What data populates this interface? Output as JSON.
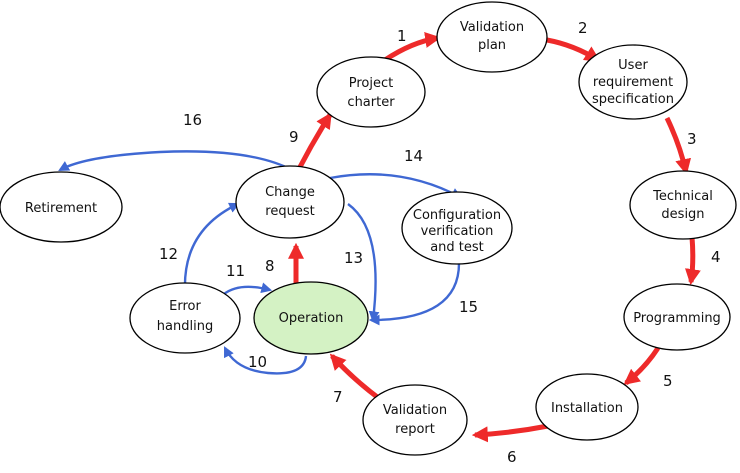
{
  "nodes": {
    "validation_plan": [
      "Validation",
      "plan"
    ],
    "user_requirement_spec": [
      "User",
      "requirement",
      "specification"
    ],
    "technical_design": [
      "Technical",
      "design"
    ],
    "programming": [
      "Programming"
    ],
    "installation": [
      "Installation"
    ],
    "validation_report": [
      "Validation",
      "report"
    ],
    "operation": [
      "Operation"
    ],
    "change_request": [
      "Change",
      "request"
    ],
    "project_charter": [
      "Project",
      "charter"
    ],
    "retirement": [
      "Retirement"
    ],
    "error_handling": [
      "Error",
      "handling"
    ],
    "config_verification": [
      "Configuration",
      "verification",
      "and test"
    ]
  },
  "edges": [
    {
      "label": "1",
      "from": "project_charter",
      "to": "validation_plan",
      "color": "red"
    },
    {
      "label": "2",
      "from": "validation_plan",
      "to": "user_requirement_spec",
      "color": "red"
    },
    {
      "label": "3",
      "from": "user_requirement_spec",
      "to": "technical_design",
      "color": "red"
    },
    {
      "label": "4",
      "from": "technical_design",
      "to": "programming",
      "color": "red"
    },
    {
      "label": "5",
      "from": "programming",
      "to": "installation",
      "color": "red"
    },
    {
      "label": "6",
      "from": "installation",
      "to": "validation_report",
      "color": "red"
    },
    {
      "label": "7",
      "from": "validation_report",
      "to": "operation",
      "color": "red"
    },
    {
      "label": "8",
      "from": "operation",
      "to": "change_request",
      "color": "red"
    },
    {
      "label": "9",
      "from": "change_request",
      "to": "project_charter",
      "color": "red"
    },
    {
      "label": "10",
      "from": "operation",
      "to": "error_handling",
      "color": "blue"
    },
    {
      "label": "11",
      "from": "error_handling",
      "to": "operation",
      "color": "blue"
    },
    {
      "label": "12",
      "from": "error_handling",
      "to": "change_request",
      "color": "blue"
    },
    {
      "label": "13",
      "from": "change_request",
      "to": "operation",
      "color": "blue"
    },
    {
      "label": "14",
      "from": "change_request",
      "to": "config_verification",
      "color": "blue"
    },
    {
      "label": "15",
      "from": "config_verification",
      "to": "operation",
      "color": "blue"
    },
    {
      "label": "16",
      "from": "change_request",
      "to": "retirement",
      "color": "blue"
    }
  ],
  "colors": {
    "red_edge": "#ee2a2a",
    "blue_edge": "#3f68d3",
    "operation_fill": "#d4f2c4",
    "node_stroke": "#000000"
  }
}
